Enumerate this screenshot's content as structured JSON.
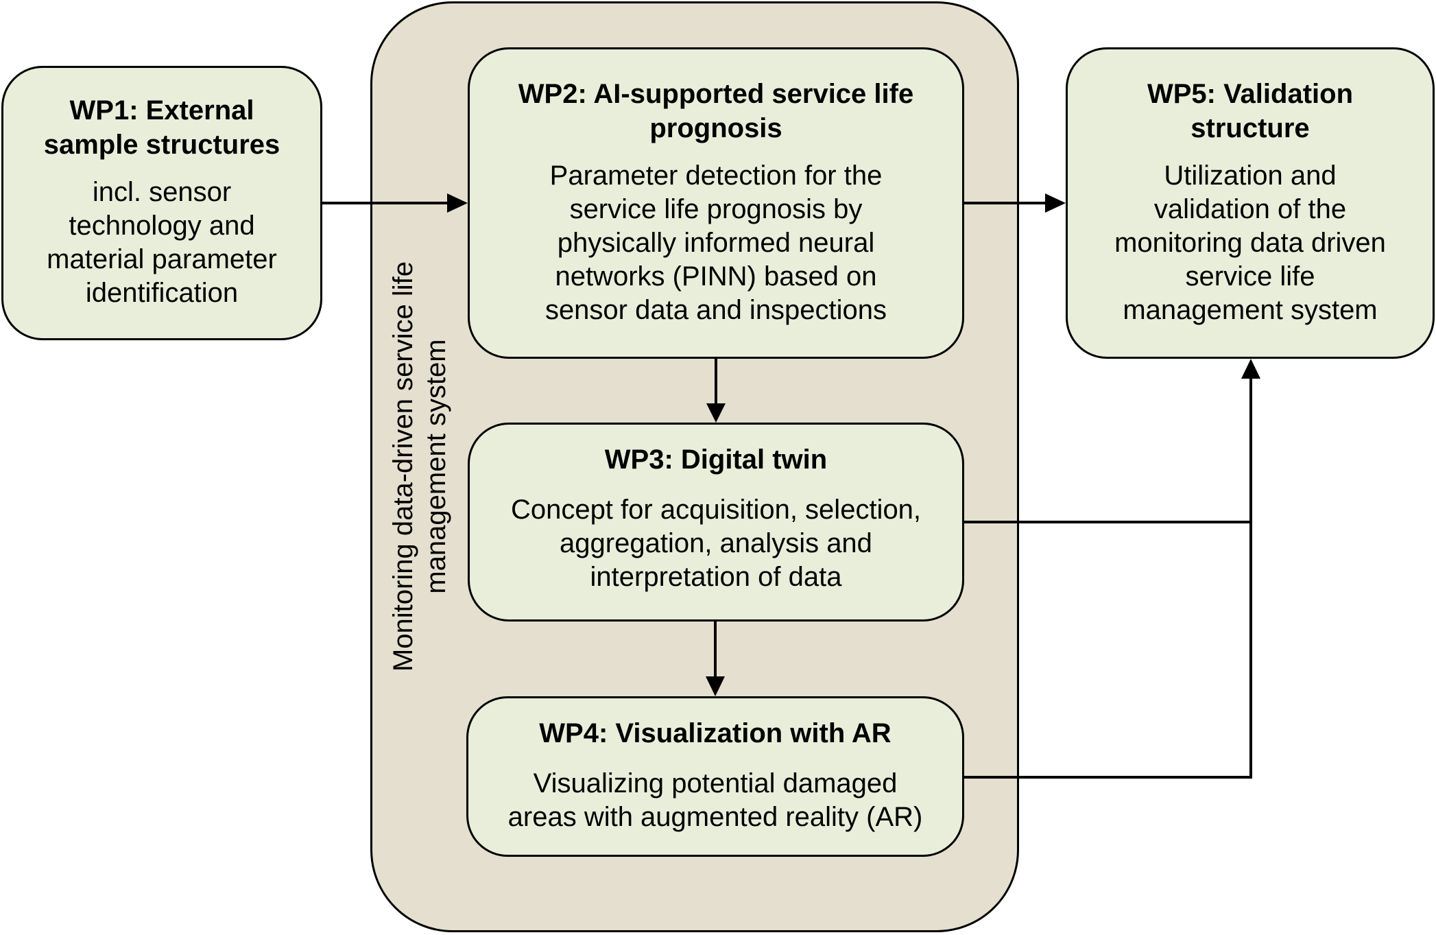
{
  "container": {
    "label": "Monitoring data-driven service life management system"
  },
  "wp1": {
    "title_line1": "WP1: External",
    "title_line2": "sample structures",
    "body_lines": [
      "incl. sensor",
      "technology and",
      "material parameter",
      "identification"
    ]
  },
  "wp2": {
    "title_line1": "WP2: AI-supported service life",
    "title_line2": "prognosis",
    "body_lines": [
      "Parameter detection for the",
      "service life prognosis by",
      "physically informed neural",
      "networks (PINN) based on",
      "sensor data and inspections"
    ]
  },
  "wp3": {
    "title": "WP3: Digital twin",
    "body_lines": [
      "Concept for acquisition, selection,",
      "aggregation, analysis and",
      "interpretation of data"
    ]
  },
  "wp4": {
    "title": "WP4: Visualization with AR",
    "body_lines": [
      "Visualizing potential damaged",
      "areas with augmented reality (AR)"
    ]
  },
  "wp5": {
    "title_line1": "WP5: Validation",
    "title_line2": "structure",
    "body_lines": [
      "Utilization and",
      "validation of the",
      "monitoring data driven",
      "service life",
      "management system"
    ]
  },
  "colors": {
    "container_fill": "#e4dfcf",
    "box_fill": "#e9eedb",
    "stroke": "#000000"
  }
}
